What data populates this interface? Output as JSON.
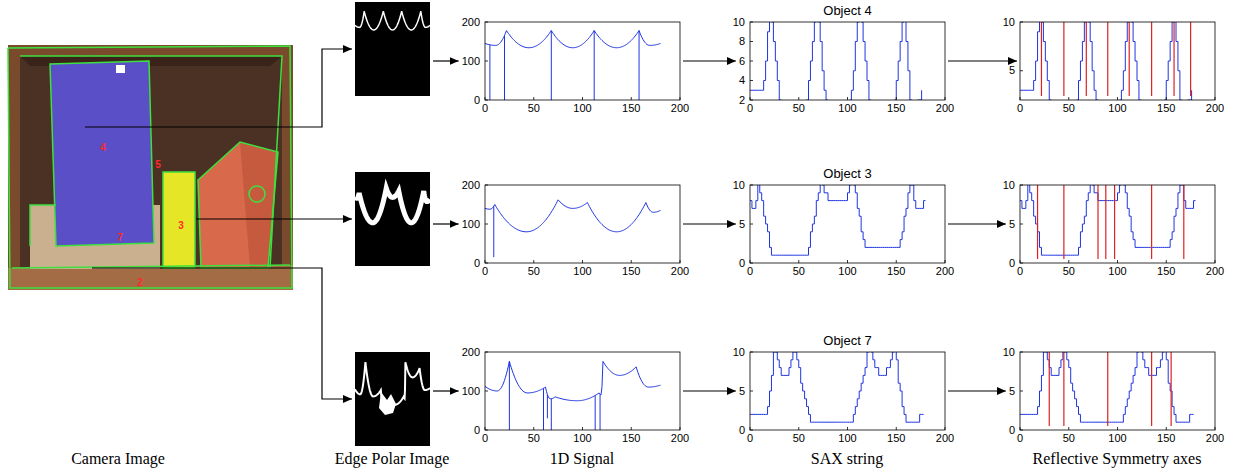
{
  "diagram": {
    "nodes": [
      {
        "text": [
          "4",
          "5",
          "3",
          "7",
          "2"
        ]
      },
      {
        "text": []
      },
      {
        "text": [
          "200",
          "100",
          "0",
          "0",
          "50",
          "100",
          "150",
          "200"
        ]
      },
      {
        "text": [
          "Object 4",
          "10",
          "8",
          "6",
          "4",
          "2",
          "0",
          "50",
          "100",
          "150",
          "200"
        ]
      },
      {
        "text": [
          "10",
          "5",
          "0",
          "50",
          "100",
          "150",
          "200"
        ]
      },
      {
        "text": []
      },
      {
        "text": [
          "200",
          "100",
          "0",
          "0",
          "50",
          "100",
          "150",
          "200"
        ]
      },
      {
        "text": [
          "Object 3",
          "10",
          "5",
          "0",
          "0",
          "50",
          "100",
          "150",
          "200"
        ]
      },
      {
        "text": [
          "10",
          "5",
          "0",
          "0",
          "50",
          "100",
          "150",
          "200"
        ]
      },
      {
        "text": []
      },
      {
        "text": [
          "200",
          "100",
          "0",
          "0",
          "50",
          "100",
          "150",
          "200"
        ]
      },
      {
        "text": [
          "Object 7",
          "10",
          "5",
          "0",
          "0",
          "50",
          "100",
          "150",
          "200"
        ]
      },
      {
        "text": [
          "10",
          "5",
          "0",
          "0",
          "50",
          "100",
          "150",
          "200"
        ]
      }
    ],
    "edges": [
      {
        "from": 0,
        "to": 1,
        "arrow": "to"
      },
      {
        "from": 1,
        "to": 2,
        "arrow": "to"
      },
      {
        "from": 2,
        "to": 3,
        "arrow": "to"
      },
      {
        "from": 3,
        "to": 4,
        "arrow": "to"
      },
      {
        "from": 0,
        "to": 5,
        "arrow": "to"
      },
      {
        "from": 5,
        "to": 6,
        "arrow": "to"
      },
      {
        "from": 6,
        "to": 7,
        "arrow": "to"
      },
      {
        "from": 7,
        "to": 8,
        "arrow": "to"
      },
      {
        "from": 0,
        "to": 9,
        "arrow": "to"
      },
      {
        "from": 9,
        "to": 10,
        "arrow": "to"
      },
      {
        "from": 10,
        "to": 11,
        "arrow": "to"
      },
      {
        "from": 11,
        "to": 12,
        "arrow": "to"
      }
    ],
    "labels": [
      "Camera Image",
      "Edge Polar Image",
      "1D Signal",
      "SAX string",
      "Reflective Symmetry axes"
    ]
  }
}
